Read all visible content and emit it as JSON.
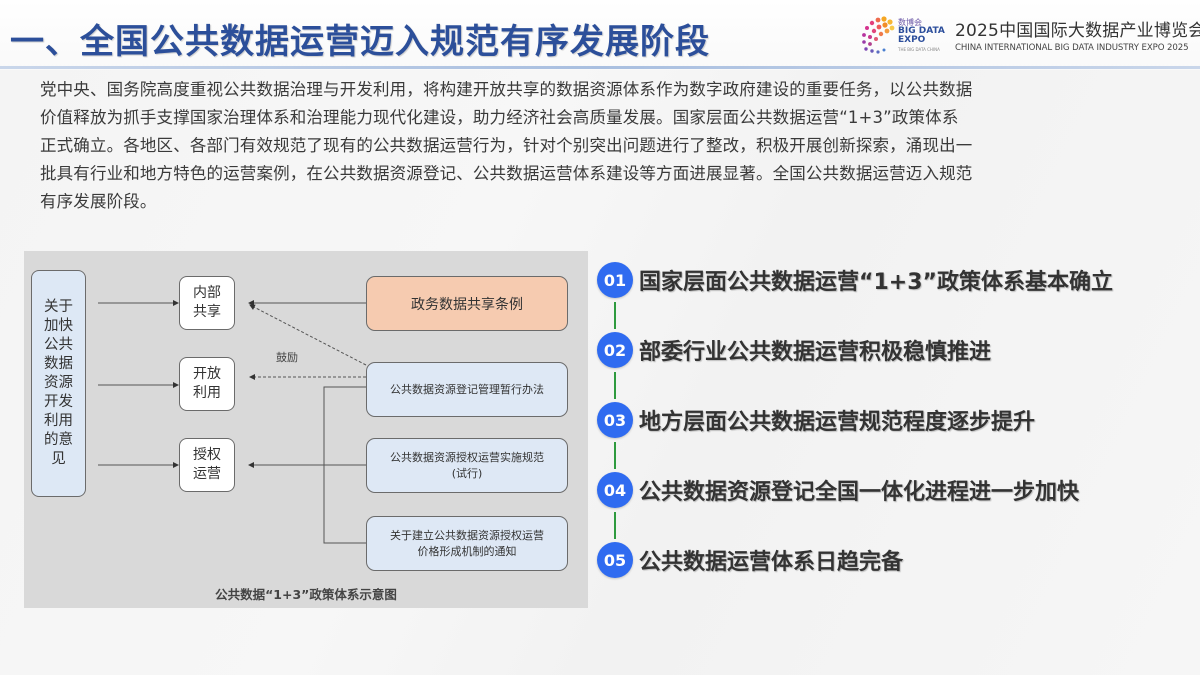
{
  "header": {
    "title": "一、全国公共数据运营迈入规范有序发展阶段",
    "logo": {
      "icon": "big-data-expo-logo-icon",
      "cn": "数博会",
      "en_line1": "BIG DATA",
      "en_line2": "EXPO",
      "tagline": "THE BIG DATA CHINA"
    },
    "expo_title": "2025中国国际大数据产业博览会",
    "expo_subtitle": "CHINA INTERNATIONAL BIG DATA INDUSTRY EXPO 2025"
  },
  "intro": {
    "lines": [
      "党中央、国务院高度重视公共数据治理与开发利用，将构建开放共享的数据资源体系作为数字政府建设的重要任务，以公共数据",
      "价值释放为抓手支撑国家治理体系和治理能力现代化建设，助力经济社会高质量发展。国家层面公共数据运营“1+3”政策体系",
      "正式确立。各地区、各部门有效规范了现有的公共数据运营行为，针对个别突出问题进行了整改，积极开展创新探索，涌现出一",
      "批具有行业和地方特色的运营案例，在公共数据资源登记、公共数据运营体系建设等方面进展显著。全国公共数据运营迈入规范",
      "有序发展阶段。"
    ]
  },
  "diagram": {
    "main_node": "关于加快公共数据资源开发利用的意见",
    "main_node_lines": [
      "关于",
      "加快",
      "公共",
      "数据",
      "资源",
      "开发",
      "利用",
      "的意",
      "见"
    ],
    "mid_nodes": [
      {
        "lines": [
          "内部",
          "共享"
        ]
      },
      {
        "lines": [
          "开放",
          "利用"
        ]
      },
      {
        "lines": [
          "授权",
          "运营"
        ]
      }
    ],
    "right_nodes": [
      {
        "lines": [
          "政务数据共享条例"
        ],
        "color": "#f6cbb0"
      },
      {
        "lines": [
          "公共数据资源登记管理暂行办法"
        ],
        "color": "#dee8f5"
      },
      {
        "lines": [
          "公共数据资源授权运营实施规范",
          "(试行)"
        ],
        "color": "#dee8f5"
      },
      {
        "lines": [
          "关于建立公共数据资源授权运营",
          "价格形成机制的通知"
        ],
        "color": "#dee8f5"
      }
    ],
    "edge_label": "鼓励",
    "caption": "公共数据“1+3”政策体系示意图"
  },
  "points": [
    {
      "num": "01",
      "text": "国家层面公共数据运营“1+3”政策体系基本确立"
    },
    {
      "num": "02",
      "text": "部委行业公共数据运营积极稳慎推进"
    },
    {
      "num": "03",
      "text": "地方层面公共数据运营规范程度逐步提升"
    },
    {
      "num": "04",
      "text": "公共数据资源登记全国一体化进程进一步加快"
    },
    {
      "num": "05",
      "text": "公共数据运营体系日趋完备"
    }
  ],
  "colors": {
    "title": "#2c4f9a",
    "badge": "#2f6bf0",
    "connector": "#2e9a3e",
    "diagram_bg": "#d9d9d9",
    "orange_node": "#f6cbb0",
    "blue_node": "#dee8f5"
  }
}
